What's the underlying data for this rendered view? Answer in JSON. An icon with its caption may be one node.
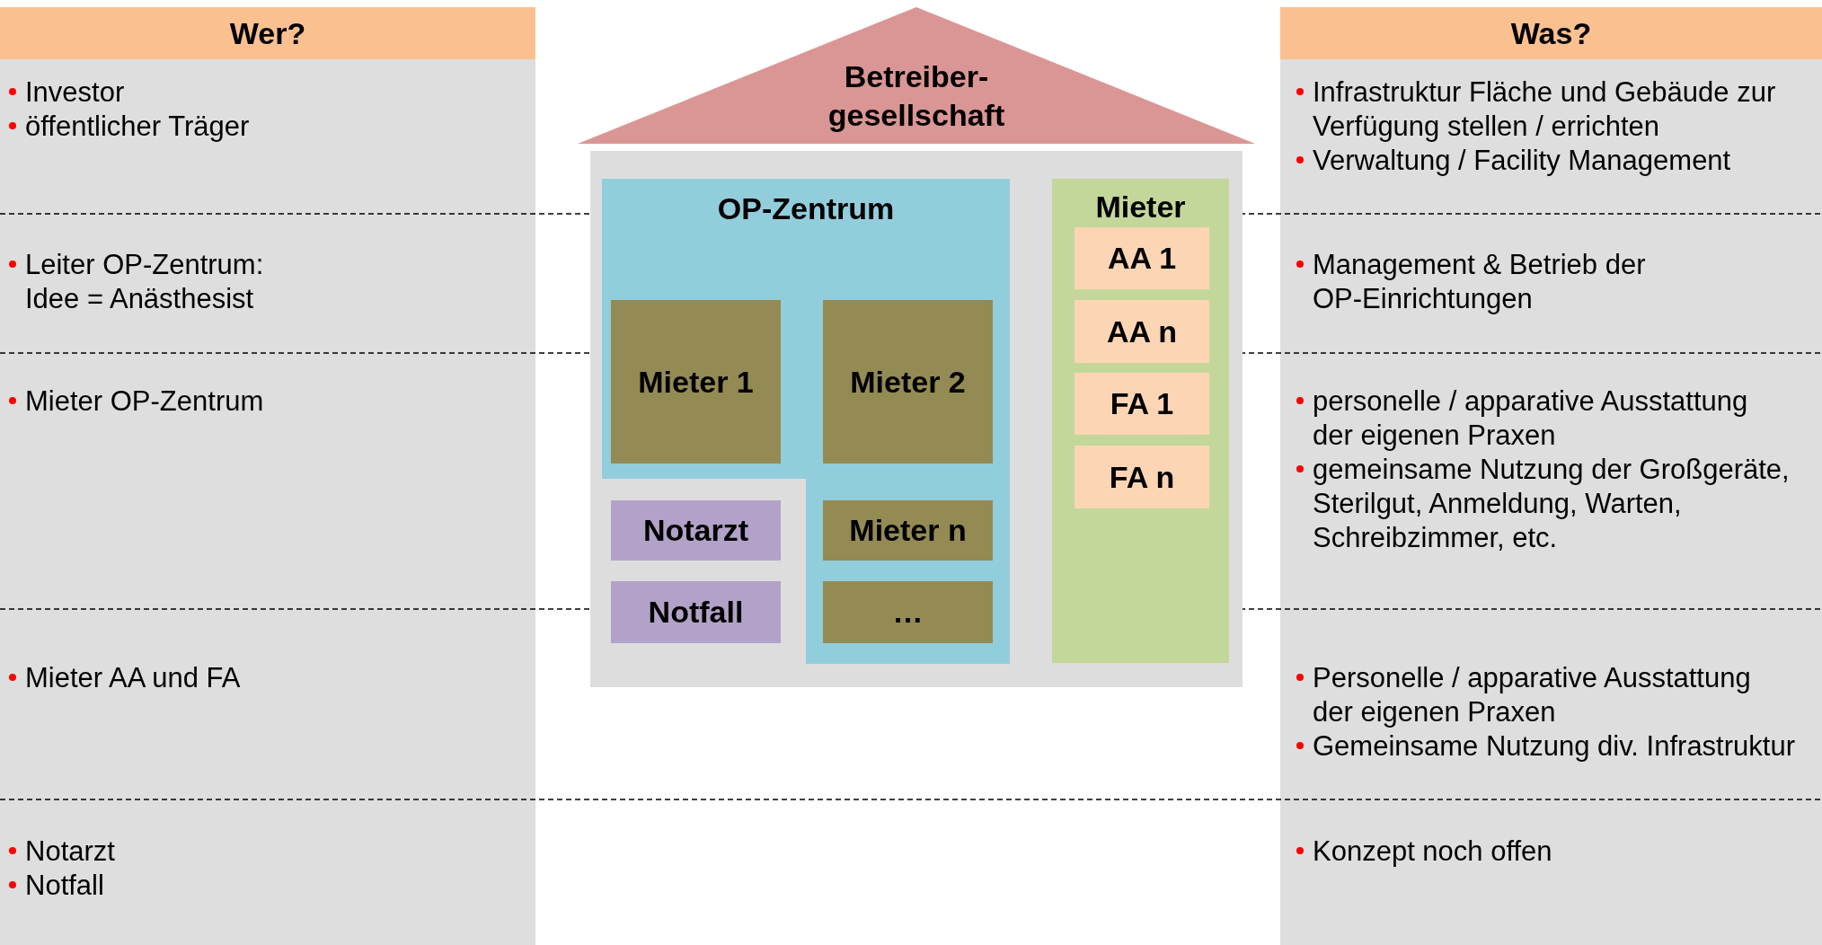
{
  "diagram": {
    "nodes": [
      {
        "text": [
          "Wer?"
        ]
      },
      {
        "text": [
          "Investor",
          "öffentlicher Träger"
        ],
        "in": 0
      },
      {
        "text": [
          "Leiter OP-Zentrum: Idee = Anästhesist"
        ],
        "in": 0
      },
      {
        "text": [
          "Mieter OP-Zentrum"
        ],
        "in": 0
      },
      {
        "text": [
          "Mieter AA und FA"
        ],
        "in": 0
      },
      {
        "text": [
          "Notarzt",
          "Notfall"
        ],
        "in": 0
      },
      {
        "text": [
          "Was?"
        ]
      },
      {
        "text": [
          "Infrastruktur Fläche und Gebäude zur Verfügung stellen / errichten",
          "Verwaltung / Facility Management"
        ],
        "in": 6
      },
      {
        "text": [
          "Management & Betrieb der OP-Einrichtungen"
        ],
        "in": 6
      },
      {
        "text": [
          "personelle / apparative Ausstattung der eigenen Praxen",
          "gemeinsame Nutzung der Großgeräte, Sterilgut, Anmeldung, Warten, Schreibzimmer, etc."
        ],
        "in": 6
      },
      {
        "text": [
          "Personelle / apparative Ausstattung der eigenen Praxen",
          "Gemeinsame Nutzung div. Infrastruktur"
        ],
        "in": 6
      },
      {
        "text": [
          "Konzept noch offen"
        ],
        "in": 6
      },
      {
        "text": [
          "Betreiber- gesellschaft"
        ]
      },
      {
        "text": [],
        "shape": "box"
      },
      {
        "text": [
          "OP-Zentrum"
        ],
        "in": 13
      },
      {
        "text": [
          "Mieter 1"
        ],
        "in": 14
      },
      {
        "text": [
          "Mieter 2"
        ],
        "in": 14
      },
      {
        "text": [
          "Notarzt"
        ],
        "in": 13
      },
      {
        "text": [
          "Mieter n"
        ],
        "in": 14
      },
      {
        "text": [
          "Notfall"
        ],
        "in": 13
      },
      {
        "text": [
          "…"
        ],
        "in": 14
      },
      {
        "text": [
          "Mieter"
        ],
        "in": 13
      },
      {
        "text": [
          "AA 1"
        ],
        "in": 21
      },
      {
        "text": [
          "AA n"
        ],
        "in": 21
      },
      {
        "text": [
          "FA 1"
        ],
        "in": 21
      },
      {
        "text": [
          "FA n"
        ],
        "in": 21
      }
    ]
  }
}
